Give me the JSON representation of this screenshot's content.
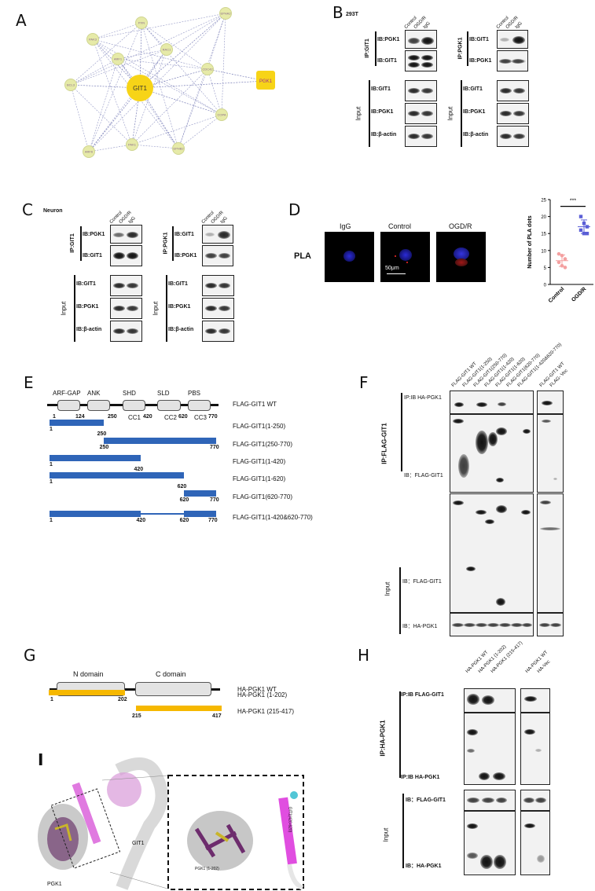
{
  "panels": {
    "A": "A",
    "B": "B",
    "C": "C",
    "D": "D",
    "E": "E",
    "F": "F",
    "G": "G",
    "H": "H",
    "I": "I"
  },
  "network": {
    "center": "GIT1",
    "target": "PGK1",
    "nodes": [
      "PXN",
      "PAK3",
      "RAC1",
      "ARF1",
      "CDC42",
      "BCL3",
      "EPHA2",
      "COPA",
      "ARF6",
      "PAK1",
      "EPHB2"
    ],
    "center_color": "#f7d417",
    "node_color": "#e6eaa8",
    "edge_color": "#7a7fb8"
  },
  "panel_b": {
    "cell_line": "293T",
    "lanes": [
      "Control",
      "OGD/R",
      "IgG"
    ],
    "left": {
      "ip": "IP:GIT1",
      "ib1": "IB:PGK1",
      "ib2": "IB:GIT1"
    },
    "right": {
      "ip": "IP:PGK1",
      "ib1": "IB:GIT1",
      "ib2": "IB:PGK1"
    },
    "input": {
      "label": "Input",
      "ib1": "IB:GIT1",
      "ib2": "IB:PGK1",
      "ib3": "IB:β-actin"
    }
  },
  "panel_c": {
    "cell_line": "Neuron",
    "lanes": [
      "Control",
      "OGD/R",
      "IgG"
    ],
    "left": {
      "ip": "IP:GIT1",
      "ib1": "IB:PGK1",
      "ib2": "IB:GIT1"
    },
    "right": {
      "ip": "IP:PGK1",
      "ib1": "IB:GIT1",
      "ib2": "IB:PGK1"
    },
    "input": {
      "label": "Input",
      "ib1": "IB:GIT1",
      "ib2": "IB:PGK1",
      "ib3": "IB:β-actin"
    }
  },
  "panel_d": {
    "row_label": "PLA",
    "images": [
      "IgG",
      "Control",
      "OGD/R"
    ],
    "scale_bar": "50μm"
  },
  "chart_data": {
    "type": "scatter",
    "title": "",
    "categories": [
      "Control",
      "OGD/R"
    ],
    "ylabel": "Number of PLA dots",
    "ylim": [
      0,
      25
    ],
    "yticks": [
      0,
      5,
      10,
      15,
      20,
      25
    ],
    "series": [
      {
        "category": "Control",
        "values": [
          9,
          8.5,
          7.5,
          6.5,
          5.5,
          5
        ],
        "mean": 7,
        "sd": 1.7,
        "color": "#f4a0a0"
      },
      {
        "category": "OGD/R",
        "values": [
          20,
          18,
          17,
          16,
          15,
          15
        ],
        "mean": 17,
        "sd": 2,
        "color": "#5b5fd6"
      }
    ],
    "significance": "***"
  },
  "panel_e": {
    "domains": [
      "ARF-GAP",
      "ANK",
      "SHD",
      "SLD",
      "PBS"
    ],
    "coils": [
      "CC1",
      "CC2",
      "CC3"
    ],
    "positions": [
      "1",
      "124",
      "250",
      "420",
      "620",
      "770"
    ],
    "constructs": [
      {
        "name": "FLAG-GIT1 WT"
      },
      {
        "name": "FLAG-GIT1(1-250)",
        "start": 1,
        "end": 250
      },
      {
        "name": "FLAG-GIT1(250-770)",
        "start": 250,
        "end": 770
      },
      {
        "name": "FLAG-GIT1(1-420)",
        "start": 1,
        "end": 420
      },
      {
        "name": "FLAG-GIT1(1-620)",
        "start": 1,
        "end": 620
      },
      {
        "name": "FLAG-GIT1(620-770)",
        "start": 620,
        "end": 770
      },
      {
        "name": "FLAG-GIT1(1-420&620-770)",
        "start": 1,
        "end": 770
      }
    ],
    "bar_color": "#2f65b8"
  },
  "panel_f": {
    "lanes_left": [
      "FLAG-GIT1 WT",
      "FLAG-GIT1(1-250)",
      "FLAG-GIT1(250-770)",
      "FLAG-GIT1(1-420)",
      "FLAG-GIT1(1-620)",
      "FLAG-GIT1(620-770)",
      "FLAG-GIT1(1-420&620-770)"
    ],
    "lanes_right": [
      "FLAG-GIT1 WT",
      "FLAG- Vec"
    ],
    "ip_group": "IP:FLAG-GIT1",
    "ip_ib1": "IP:IB HA-PGK1",
    "ip_ib2": "IB：FLAG-GIT1",
    "input": "Input",
    "input_ib1": "IB：FLAG-GIT1",
    "input_ib2": "IB：HA-PGK1"
  },
  "panel_g": {
    "domains": [
      "N domain",
      "C domain"
    ],
    "constructs": [
      {
        "name": "HA-PGK1 WT"
      },
      {
        "name": "HA-PGK1 (1-202)",
        "start": "1",
        "end": "202"
      },
      {
        "name": "HA-PGK1 (215-417)",
        "start": "215",
        "end": "417"
      }
    ],
    "positions": [
      "1",
      "202",
      "215",
      "417"
    ],
    "bar_color": "#f6b800"
  },
  "panel_h": {
    "lanes_left": [
      "HA-PGK1 WT",
      "HA-PGK1 (1-202)",
      "HA-PGK1 (215-417)"
    ],
    "lanes_right": [
      "HA-PGK1 WT",
      "HA-Vec"
    ],
    "ip_group": "IP:HA-PGK1",
    "ip_ib1": "IP:IB FLAG-GIT1",
    "ip_ib2": "IP:IB HA-PGK1",
    "input": "Input",
    "input_ib1": "IB：FLAG-GIT1",
    "input_ib2": "IB：HA-PGK1"
  },
  "panel_i": {
    "pgk1": "PGK1",
    "git1": "GIT1",
    "inset_pgk1": "PGK1 (1-202)",
    "inset_git1": "GIT1(420-620)"
  }
}
